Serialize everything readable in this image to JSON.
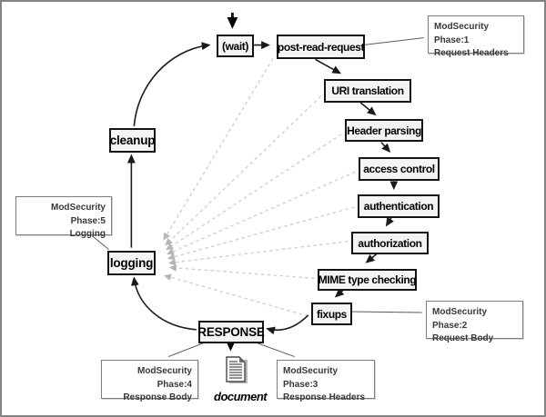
{
  "diagram": {
    "title_implicit": "Apache request cycle with ModSecurity phases",
    "nodes": {
      "wait": "(wait)",
      "post_read_request": "post-read-request",
      "uri_translation": "URI translation",
      "header_parsing": "Header parsing",
      "access_control": "access control",
      "authentication": "authentication",
      "authorization": "authorization",
      "mime_type_checking": "MIME type checking",
      "fixups": "fixups",
      "response": "RESPONSE",
      "logging": "logging",
      "cleanup": "cleanup"
    },
    "annotations": {
      "phase1": {
        "line1": "ModSecurity Phase:1",
        "line2": "Request Headers"
      },
      "phase2": {
        "line1": "ModSecurity Phase:2",
        "line2": "Request Body"
      },
      "phase3": {
        "line1": "ModSecurity Phase:3",
        "line2": "Response Headers"
      },
      "phase4": {
        "line1": "ModSecurity Phase:4",
        "line2": "Response Body"
      },
      "phase5": {
        "line1": "ModSecurity Phase:5",
        "line2": "Logging"
      }
    },
    "document_label": "document",
    "colors": {
      "node_border": "#141414",
      "node_fill": "#f4f4f4",
      "annotation_border": "#7d7d7d",
      "annotation_text": "#383838",
      "dashed_line": "#cccccc",
      "dashed_arrowhead": "#b5b5b5",
      "solid_line": "#1a1a1a",
      "frame_border": "#848484"
    }
  }
}
